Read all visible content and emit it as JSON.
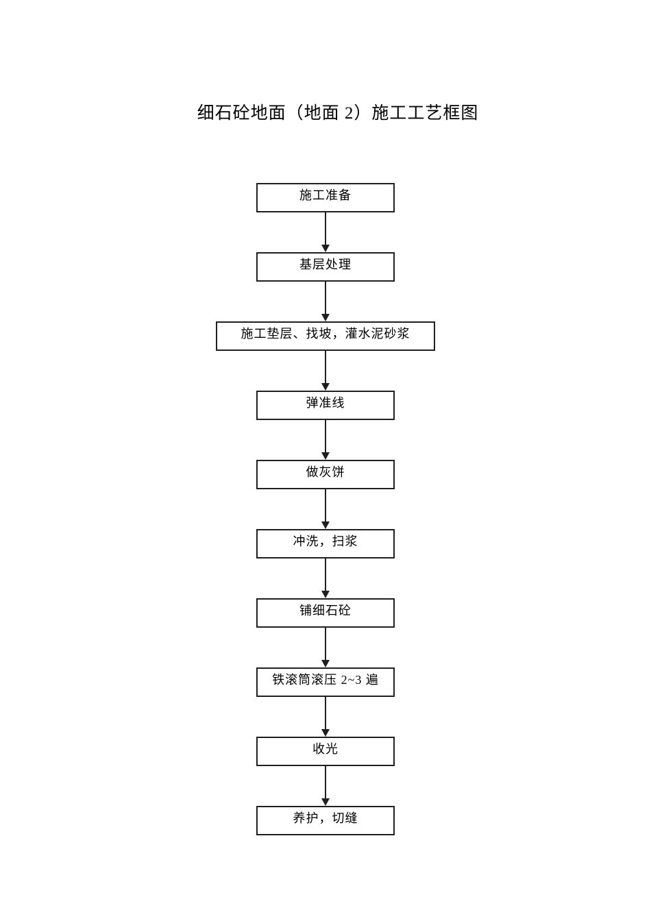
{
  "page": {
    "title": "细石砼地面（地面 2）施工工艺框图",
    "background_color": "#ffffff",
    "line_color": "#1f1f1f",
    "text_color": "#000000"
  },
  "flowchart": {
    "direction": "top-to-bottom",
    "steps": [
      {
        "label": "施工准备"
      },
      {
        "label": "基层处理"
      },
      {
        "label": "施工垫层、找坡，灌水泥砂浆"
      },
      {
        "label": "弹准线"
      },
      {
        "label": "做灰饼"
      },
      {
        "label": "冲洗，扫浆"
      },
      {
        "label": "铺细石砼"
      },
      {
        "label": "铁滚筒滚压 2~3 遍"
      },
      {
        "label": "收光"
      },
      {
        "label": "养护，切缝"
      }
    ]
  }
}
